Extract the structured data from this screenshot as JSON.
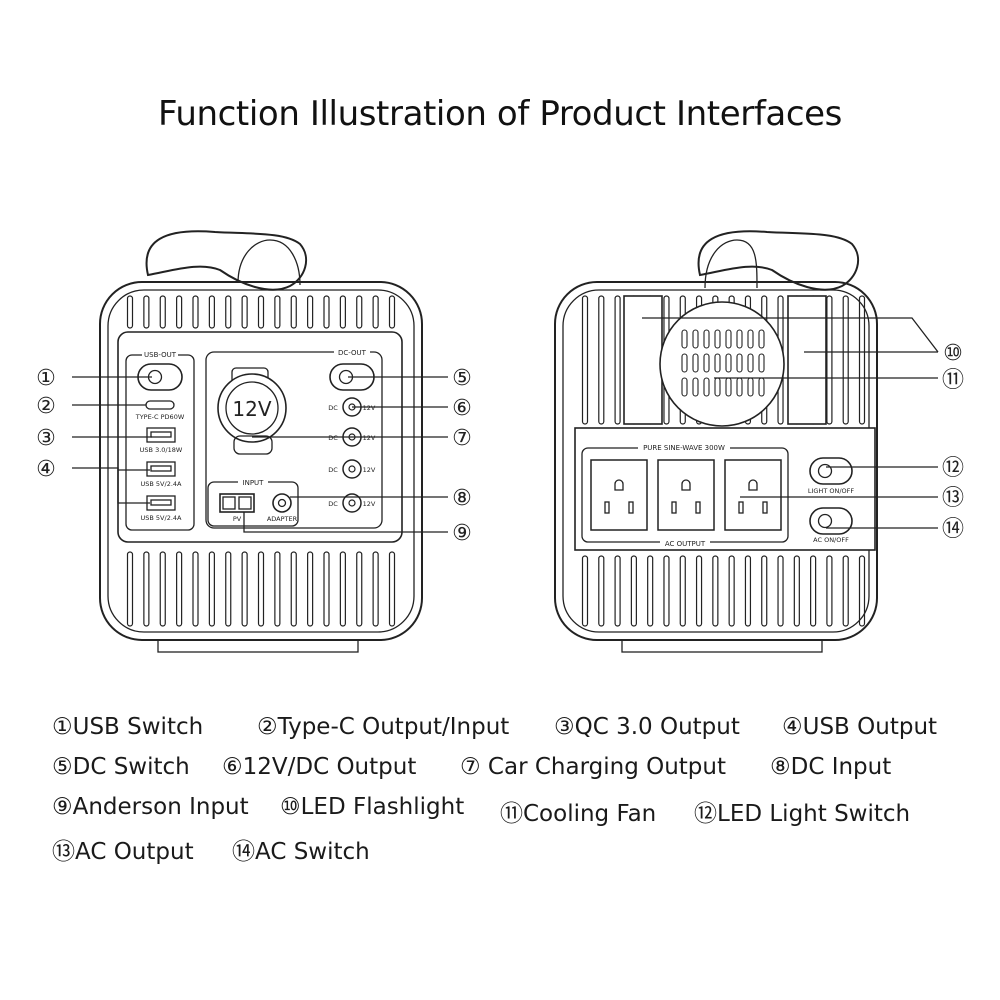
{
  "title": "Function Illustration of Product Interfaces",
  "front_panel": {
    "usb_out": "USB-OUT",
    "dc_out": "DC-OUT",
    "type_c": "TYPE-C PD60W",
    "usb_qc": "USB 3.0/18W",
    "usb_5v_a": "USB 5V/2.4A",
    "usb_5v_b": "USB 5V/2.4A",
    "car_socket": "12V",
    "input": "INPUT",
    "pv": "PV",
    "adapter": "ADAPTER",
    "dc": "DC",
    "v12": "12V"
  },
  "back_panel": {
    "pure_sine": "PURE SINE-WAVE 300W",
    "ac_output": "AC OUTPUT",
    "light_onoff": "LIGHT ON/OFF",
    "ac_onoff": "AC ON/OFF"
  },
  "callouts": {
    "c1": "①",
    "c2": "②",
    "c3": "③",
    "c4": "④",
    "c5": "⑤",
    "c6": "⑥",
    "c7": "⑦",
    "c8": "⑧",
    "c9": "⑨",
    "c10": "⑩",
    "c11": "⑪",
    "c12": "⑫",
    "c13": "⑬",
    "c14": "⑭"
  },
  "legend": {
    "row1": [
      "①USB Switch",
      "②Type-C Output/Input",
      "③QC 3.0 Output",
      "④USB Output"
    ],
    "row2": [
      "⑤DC Switch",
      "⑥12V/DC Output",
      "⑦ Car Charging Output",
      "⑧DC Input"
    ],
    "row3": [
      "⑨Anderson Input",
      "⑩LED Flashlight",
      "⑪Cooling Fan",
      "⑫LED Light Switch"
    ],
    "row4": [
      "⑬AC Output",
      "⑭AC Switch"
    ]
  }
}
